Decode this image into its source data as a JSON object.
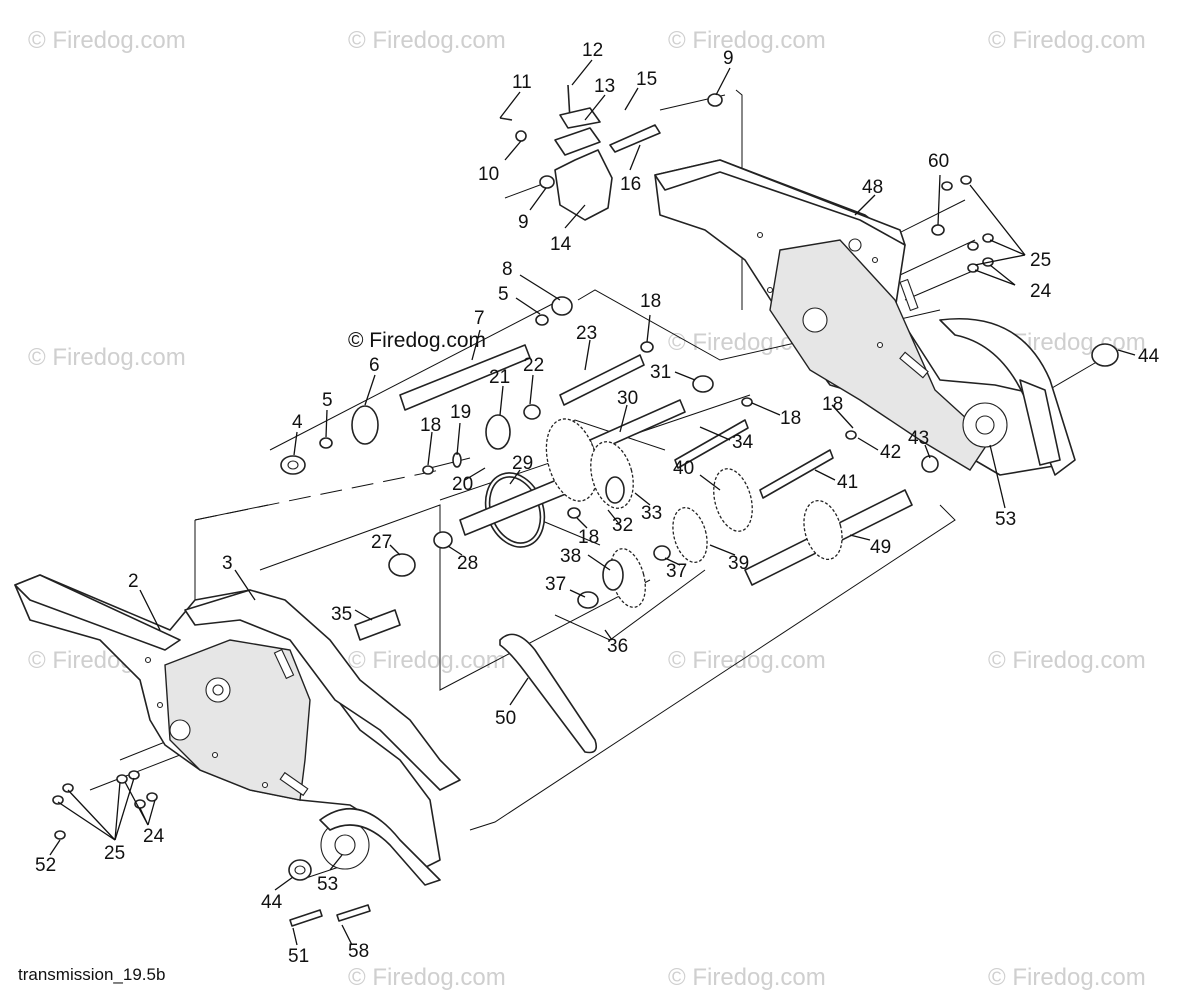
{
  "watermark": "© Firedog.com",
  "copyright": "© Firedog.com",
  "caption": "transmission_19.5b",
  "callouts": [
    {
      "id": "p12",
      "text": "12"
    },
    {
      "id": "p9a",
      "text": "9"
    },
    {
      "id": "p11",
      "text": "11"
    },
    {
      "id": "p13",
      "text": "13"
    },
    {
      "id": "p15",
      "text": "15"
    },
    {
      "id": "p10",
      "text": "10"
    },
    {
      "id": "p16",
      "text": "16"
    },
    {
      "id": "p9b",
      "text": "9"
    },
    {
      "id": "p14",
      "text": "14"
    },
    {
      "id": "p60",
      "text": "60"
    },
    {
      "id": "p48",
      "text": "48"
    },
    {
      "id": "p25a",
      "text": "25"
    },
    {
      "id": "p24a",
      "text": "24"
    },
    {
      "id": "p8",
      "text": "8"
    },
    {
      "id": "p5a",
      "text": "5"
    },
    {
      "id": "p18a",
      "text": "18"
    },
    {
      "id": "p7",
      "text": "7"
    },
    {
      "id": "p23",
      "text": "23"
    },
    {
      "id": "p44a",
      "text": "44"
    },
    {
      "id": "p6",
      "text": "6"
    },
    {
      "id": "p22",
      "text": "22"
    },
    {
      "id": "p21",
      "text": "21"
    },
    {
      "id": "p31",
      "text": "31"
    },
    {
      "id": "p5b",
      "text": "5"
    },
    {
      "id": "p4",
      "text": "4"
    },
    {
      "id": "p30",
      "text": "30"
    },
    {
      "id": "p18b",
      "text": "18"
    },
    {
      "id": "p18c",
      "text": "18"
    },
    {
      "id": "p18d",
      "text": "18"
    },
    {
      "id": "p19",
      "text": "19"
    },
    {
      "id": "p34",
      "text": "34"
    },
    {
      "id": "p42",
      "text": "42"
    },
    {
      "id": "p43",
      "text": "43"
    },
    {
      "id": "p29",
      "text": "29"
    },
    {
      "id": "p20",
      "text": "20"
    },
    {
      "id": "p40",
      "text": "40"
    },
    {
      "id": "p41",
      "text": "41"
    },
    {
      "id": "p33",
      "text": "33"
    },
    {
      "id": "p32",
      "text": "32"
    },
    {
      "id": "p18e",
      "text": "18"
    },
    {
      "id": "p53a",
      "text": "53"
    },
    {
      "id": "p27",
      "text": "27"
    },
    {
      "id": "p28",
      "text": "28"
    },
    {
      "id": "p49",
      "text": "49"
    },
    {
      "id": "p38",
      "text": "38"
    },
    {
      "id": "p39",
      "text": "39"
    },
    {
      "id": "p37a",
      "text": "37"
    },
    {
      "id": "p2",
      "text": "2"
    },
    {
      "id": "p3",
      "text": "3"
    },
    {
      "id": "p37b",
      "text": "37"
    },
    {
      "id": "p35",
      "text": "35"
    },
    {
      "id": "p36",
      "text": "36"
    },
    {
      "id": "p50",
      "text": "50"
    },
    {
      "id": "p24b",
      "text": "24"
    },
    {
      "id": "p25b",
      "text": "25"
    },
    {
      "id": "p52",
      "text": "52"
    },
    {
      "id": "p53b",
      "text": "53"
    },
    {
      "id": "p44b",
      "text": "44"
    },
    {
      "id": "p51",
      "text": "51"
    },
    {
      "id": "p58",
      "text": "58"
    }
  ]
}
